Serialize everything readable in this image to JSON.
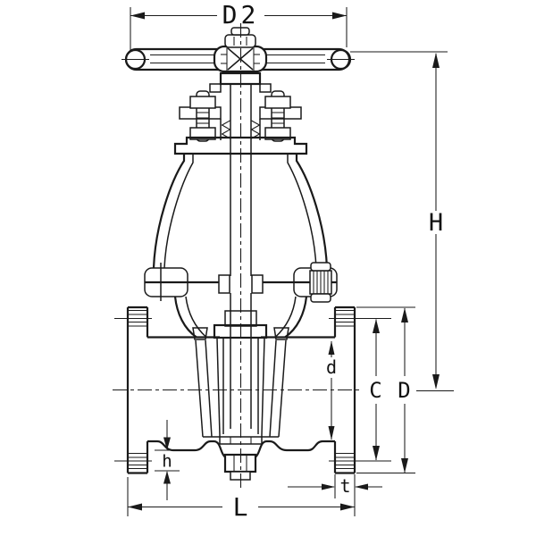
{
  "drawing": {
    "background_color": "#ffffff",
    "line_color": "#1a1a1a",
    "labels": {
      "wheel_diameter": "D2",
      "overall_height": "H",
      "bore_diameter": "d",
      "bolt_circle_diameter": "C",
      "flange_outer_diameter": "D",
      "boss_height": "h",
      "flange_thickness": "t",
      "face_to_face_length": "L"
    }
  }
}
